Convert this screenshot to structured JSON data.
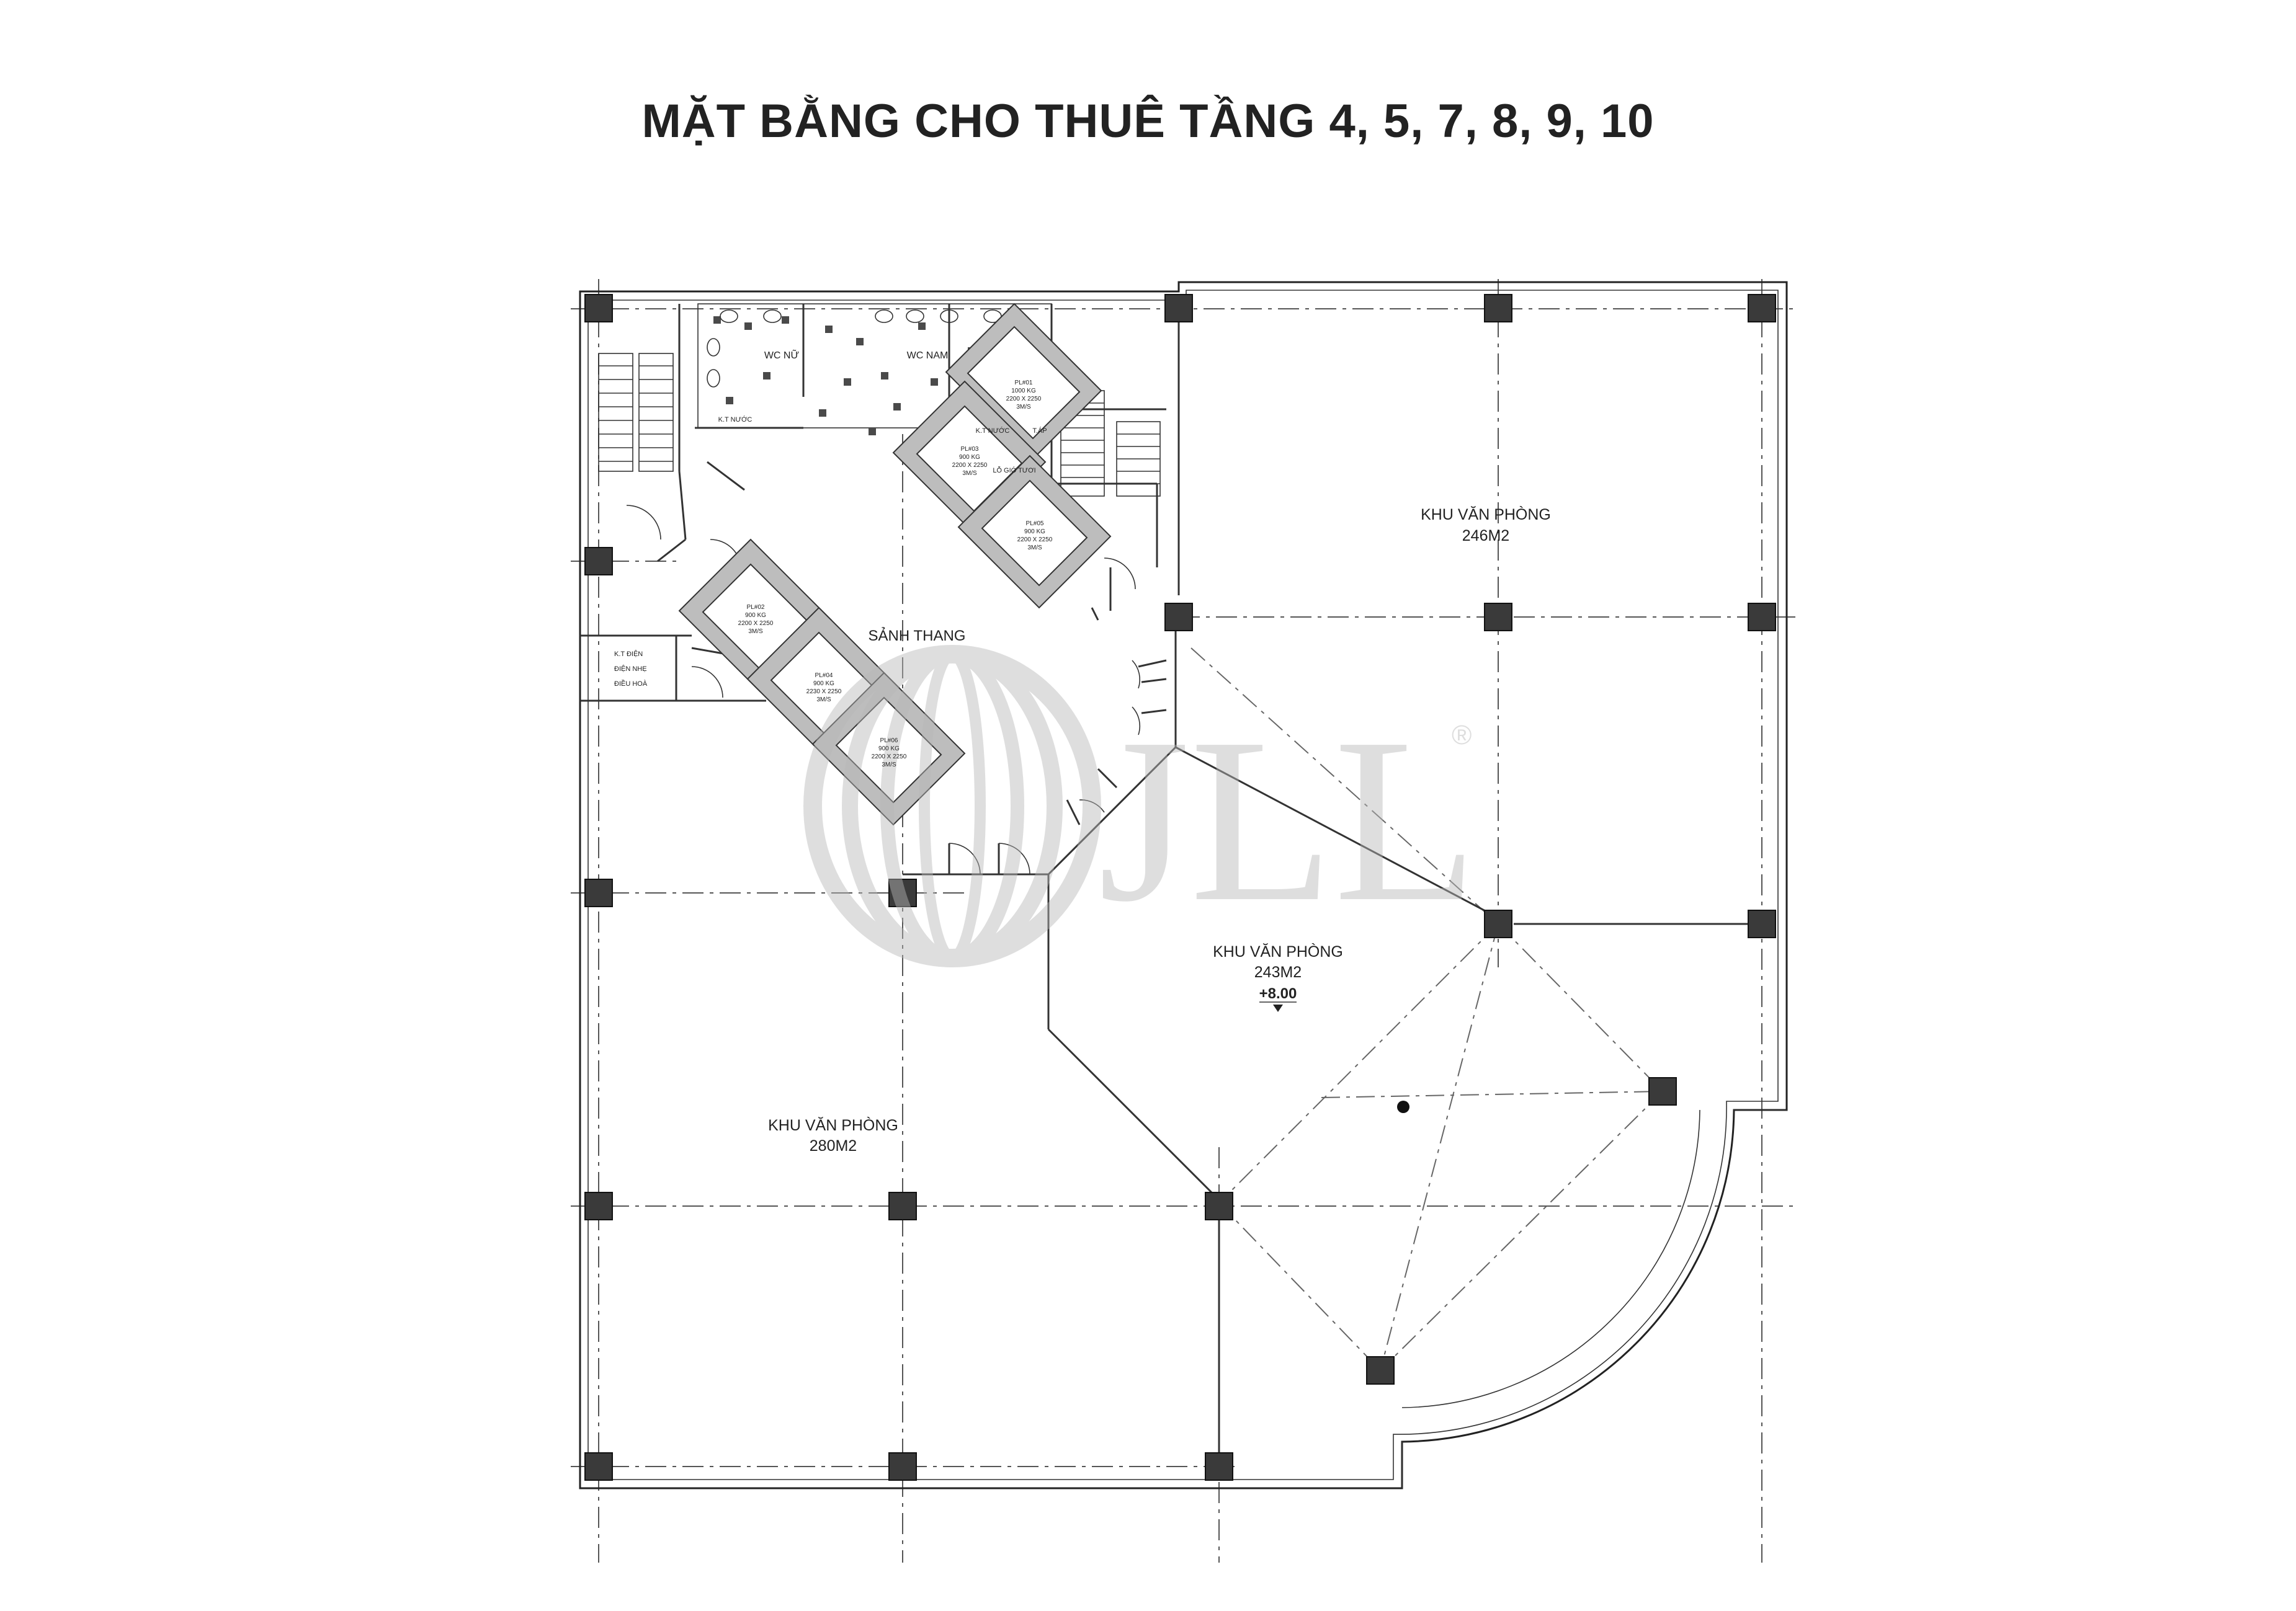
{
  "title": "MẶT BẰNG CHO THUÊ TẦNG 4, 5, 7, 8, 9, 10",
  "watermark": {
    "text": "JLL",
    "registered": "®",
    "color": "#b8b8b8"
  },
  "rooms": {
    "office_ne": {
      "name": "KHU VĂN PHÒNG",
      "area": "246M2"
    },
    "office_center": {
      "name": "KHU VĂN PHÒNG",
      "area": "243M2"
    },
    "office_sw": {
      "name": "KHU VĂN PHÒNG",
      "area": "280M2"
    },
    "elevator_lobby": "SẢNH THANG",
    "wc_female": "WC NỮ",
    "wc_male": "WC NAM",
    "water_tech_1": "K.T NƯỚC",
    "water_tech_2": "K.T NƯỚC",
    "tech_room_small": "T.ÁP",
    "fresh_air_shaft": "LỖ GIÓ TƯƠI",
    "mep_room": [
      "K.T ĐIỆN",
      "ĐIỆN NHẸ",
      "ĐIỀU HOÀ"
    ]
  },
  "floor_level": "+8.00",
  "elevators": [
    {
      "id": "PL#01",
      "capacity": "1000 KG",
      "size": "2200 X 2250",
      "speed": "3M/S"
    },
    {
      "id": "PL#03",
      "capacity": "900 KG",
      "size": "2200 X 2250",
      "speed": "3M/S"
    },
    {
      "id": "PL#05",
      "capacity": "900 KG",
      "size": "2200 X 2250",
      "speed": "3M/S"
    },
    {
      "id": "PL#02",
      "capacity": "900 KG",
      "size": "2200 X 2250",
      "speed": "3M/S"
    },
    {
      "id": "PL#04",
      "capacity": "900 KG",
      "size": "2230 X 2250",
      "speed": "3M/S"
    },
    {
      "id": "PL#06",
      "capacity": "900 KG",
      "size": "2200 X 2250",
      "speed": "3M/S"
    }
  ],
  "colors": {
    "line": "#222222",
    "column": "#3a3a3a",
    "shaft": "#bdbdbd"
  }
}
